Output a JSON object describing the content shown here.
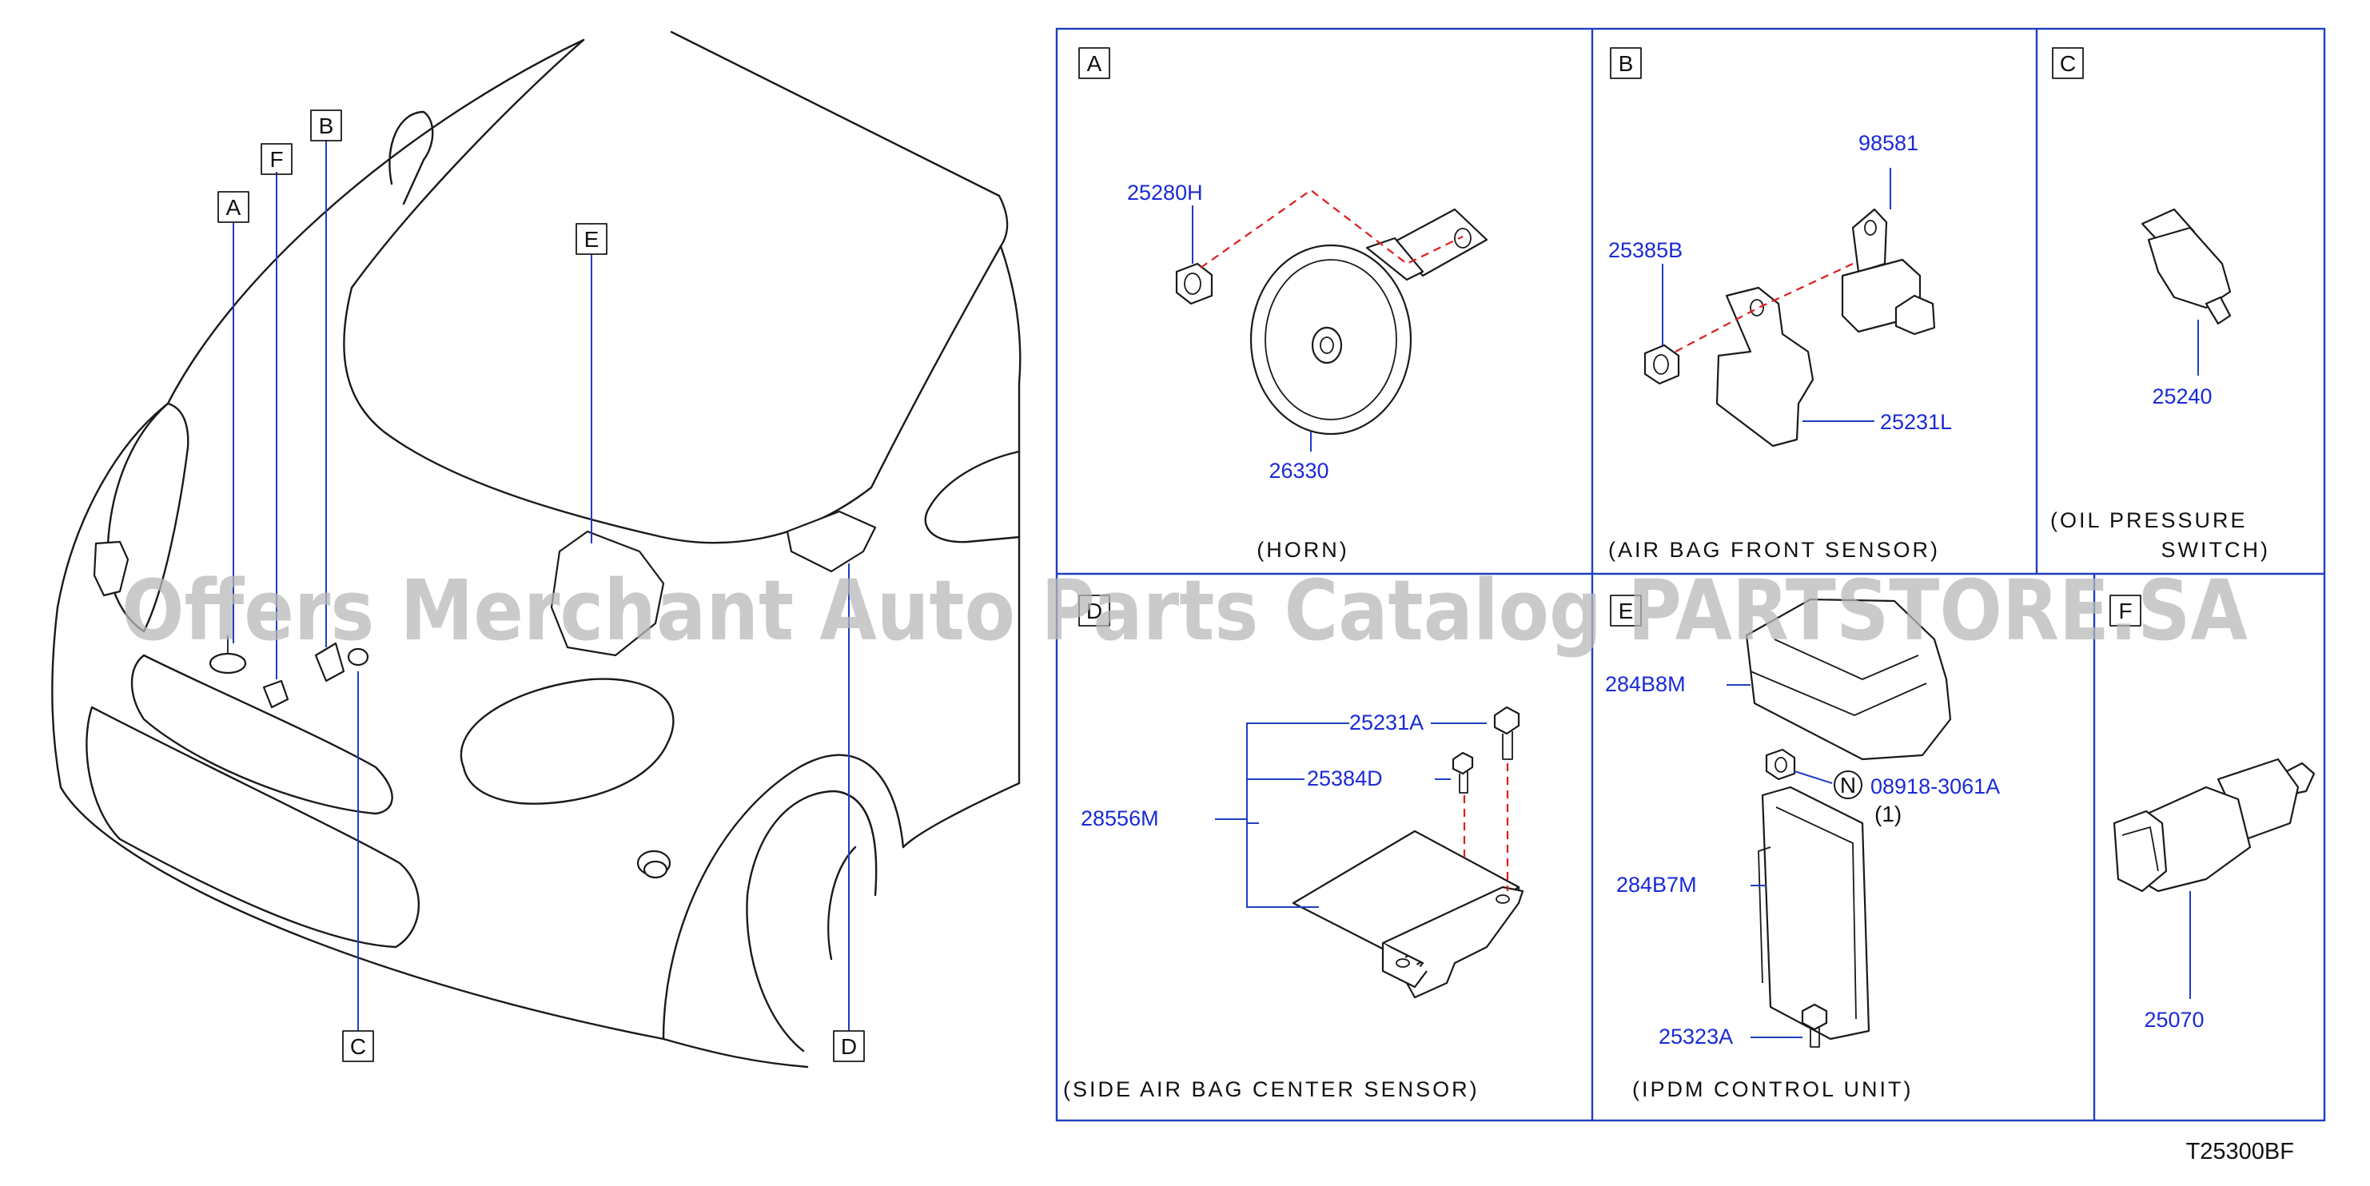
{
  "watermark": "Offers Merchant Auto Parts Catalog PARTSTORE.SA",
  "reference_code": "T25300BF",
  "car_callouts": [
    "A",
    "B",
    "C",
    "D",
    "E",
    "F"
  ],
  "panels": {
    "A": {
      "letter": "A",
      "caption": "(HORN)",
      "parts": [
        "25280H",
        "26330"
      ]
    },
    "B": {
      "letter": "B",
      "caption": "(AIR BAG FRONT SENSOR)",
      "parts": [
        "98581",
        "25385B",
        "25231L"
      ]
    },
    "C": {
      "letter": "C",
      "caption_line1": "(OIL PRESSURE",
      "caption_line2": "SWITCH)",
      "parts": [
        "25240"
      ]
    },
    "D": {
      "letter": "D",
      "caption": "(SIDE AIR BAG CENTER SENSOR)",
      "parts": [
        "25231A",
        "25384D",
        "28556M"
      ]
    },
    "E": {
      "letter": "E",
      "caption": "(IPDM CONTROL UNIT)",
      "parts": [
        "284B8M",
        "08918-3061A",
        "284B7M",
        "25323A"
      ],
      "nut_symbol": "N",
      "quantity": "(1)"
    },
    "F": {
      "letter": "F",
      "parts": [
        "25070"
      ]
    }
  },
  "colors": {
    "part_number": "#1a2ad6",
    "leader_line": "#1e3fbf",
    "dashed_guide": "#e01b1b",
    "linework": "#1a1a1a",
    "watermark": "#b8b8b8"
  }
}
